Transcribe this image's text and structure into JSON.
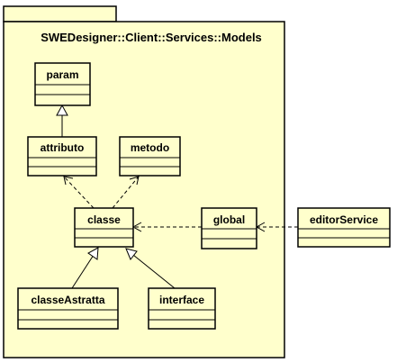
{
  "package": {
    "name": "SWEDesigner::Client::Services::Models"
  },
  "classes": {
    "param": "param",
    "attributo": "attributo",
    "metodo": "metodo",
    "classe": "classe",
    "global": "global",
    "editorService": "editorService",
    "classeAstratta": "classeAstratta",
    "interface": "interface"
  },
  "colors": {
    "fill": "#ffffcc",
    "stroke": "#000000"
  }
}
